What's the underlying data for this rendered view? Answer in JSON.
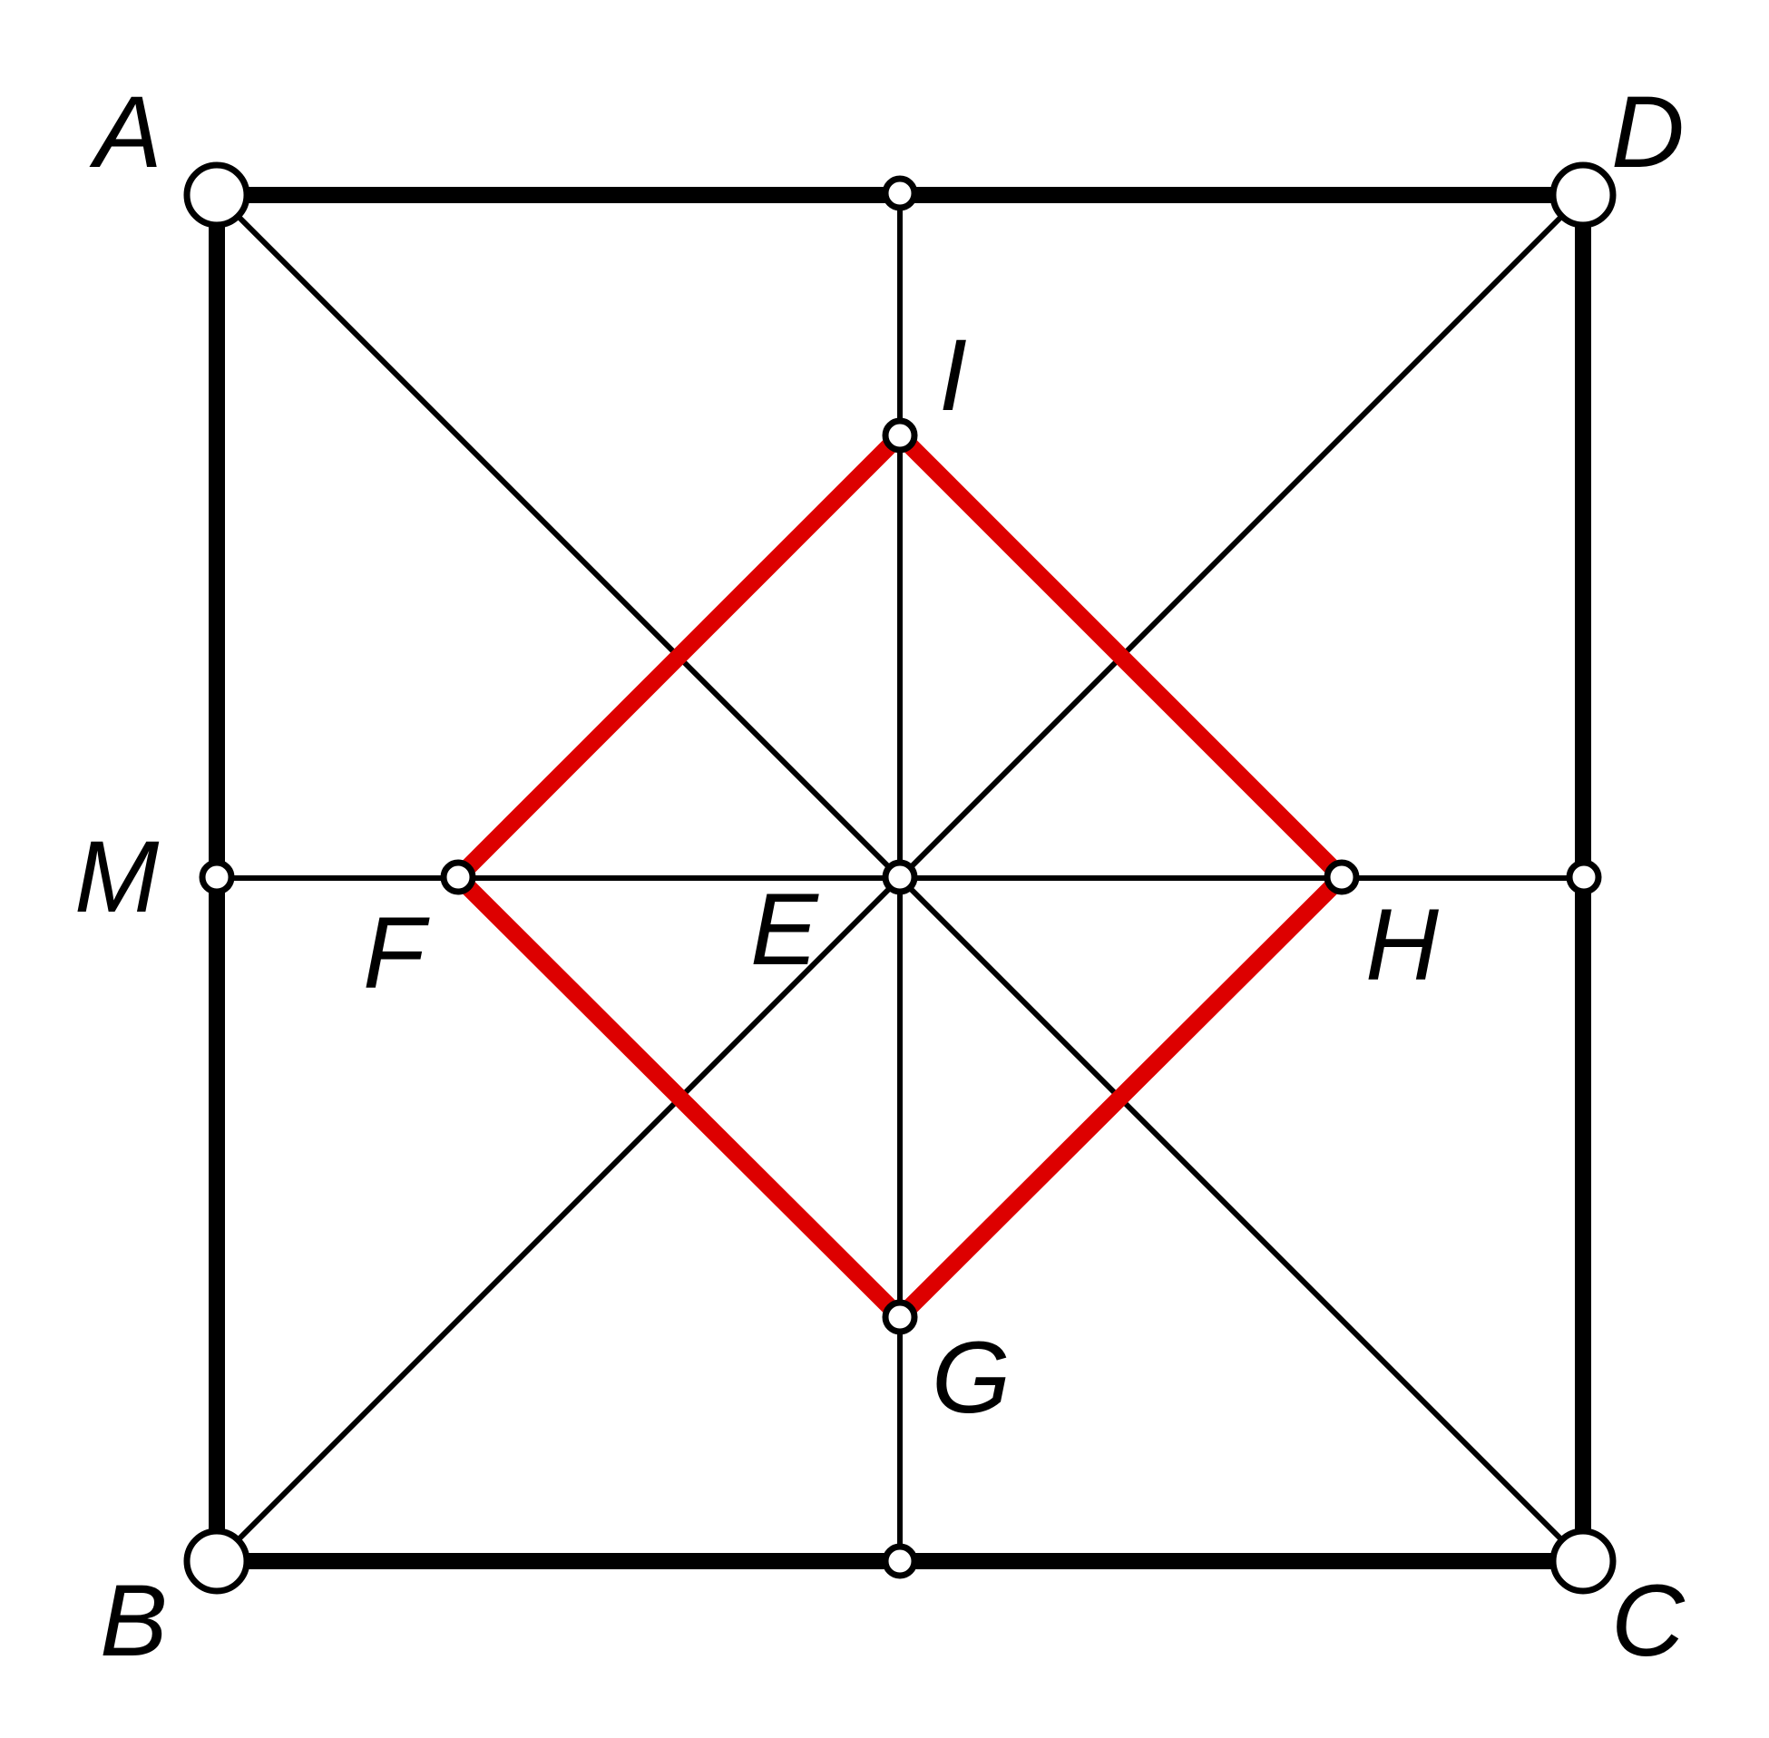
{
  "figure": {
    "points": {
      "A": "A",
      "B": "B",
      "C": "C",
      "D": "D",
      "E": "E",
      "F": "F",
      "G": "G",
      "H": "H",
      "I": "I",
      "M": "M"
    },
    "colors": {
      "background": "#ffffff",
      "line": "#000000",
      "highlight": "#dd0000",
      "point_fill": "#ffffff"
    }
  }
}
